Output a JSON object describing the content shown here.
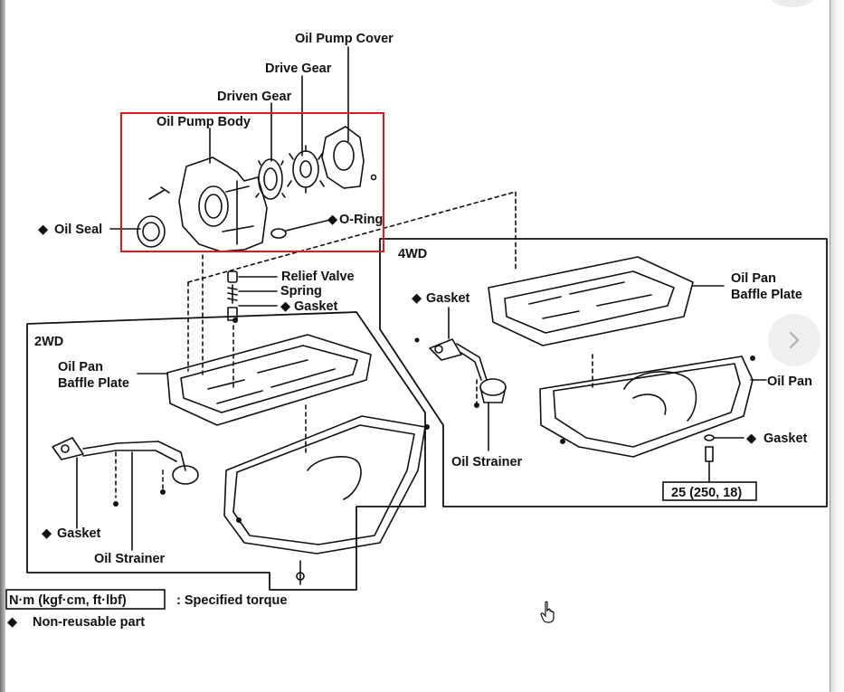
{
  "labels": {
    "oil_pump_cover": "Oil Pump Cover",
    "drive_gear": "Drive Gear",
    "driven_gear": "Driven Gear",
    "oil_pump_body": "Oil Pump Body",
    "oil_seal": "Oil Seal",
    "o_ring": "O-Ring",
    "relief_valve": "Relief Valve",
    "spring": "Spring",
    "gasket_relief": "Gasket",
    "label_4wd": "4WD",
    "label_2wd": "2WD",
    "gasket_4wd": "Gasket",
    "baffle_4wd_line1": "Oil Pan",
    "baffle_4wd_line2": "Baffle Plate",
    "baffle_2wd_line1": "Oil Pan",
    "baffle_2wd_line2": "Baffle Plate",
    "oil_pan_4wd": "Oil Pan",
    "gasket_drain_4wd": "Gasket",
    "oil_strainer_4wd": "Oil Strainer",
    "torque_4wd": "25 (250, 18)",
    "gasket_2wd": "Gasket",
    "oil_strainer_2wd": "Oil Strainer"
  },
  "legend": {
    "torque_unit": "N·m (kgf·cm, ft·lbf)",
    "torque_desc": ": Specified torque",
    "non_reusable": "Non-reusable part"
  },
  "symbols": {
    "non_reusable_marker": "◆"
  },
  "highlight": {
    "color": "#e0191f"
  },
  "icons": {
    "next": "chevron-right-icon",
    "cursor": "hand-pointer-icon"
  }
}
